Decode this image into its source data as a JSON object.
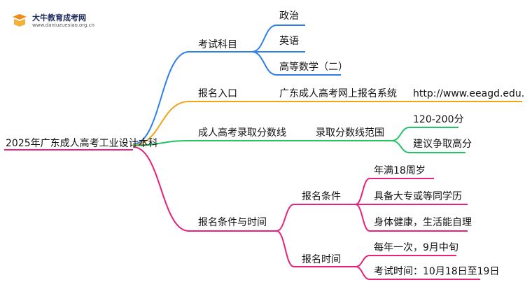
{
  "logo": {
    "name": "大牛教育成考网",
    "url": "www.daniuzuesiao.org.cn"
  },
  "root": "2025年广东成人高考工业设计本科",
  "branches": {
    "subjects": {
      "label": "考试科目",
      "items": [
        "政治",
        "英语",
        "高等数学（二）"
      ]
    },
    "entry": {
      "label": "报名入口",
      "system": "广东成人高考网上报名系统",
      "url": "http://www.eeagd.edu.cn/cr"
    },
    "score": {
      "label": "成人高考录取分数线",
      "range_label": "录取分数线范围",
      "items": [
        "120-200分",
        "建议争取高分"
      ]
    },
    "conditions": {
      "label": "报名条件与时间",
      "req_label": "报名条件",
      "req_items": [
        "年满18周岁",
        "具备大专或等同学历",
        "身体健康，生活能自理"
      ],
      "time_label": "报名时间",
      "time_items": [
        "每年一次，9月中旬",
        "考试时间：10月18日至19日"
      ]
    }
  },
  "colors": {
    "blue": "#2f7fe8",
    "orange": "#f0a21a",
    "green": "#25c463",
    "pink": "#e8217a"
  }
}
